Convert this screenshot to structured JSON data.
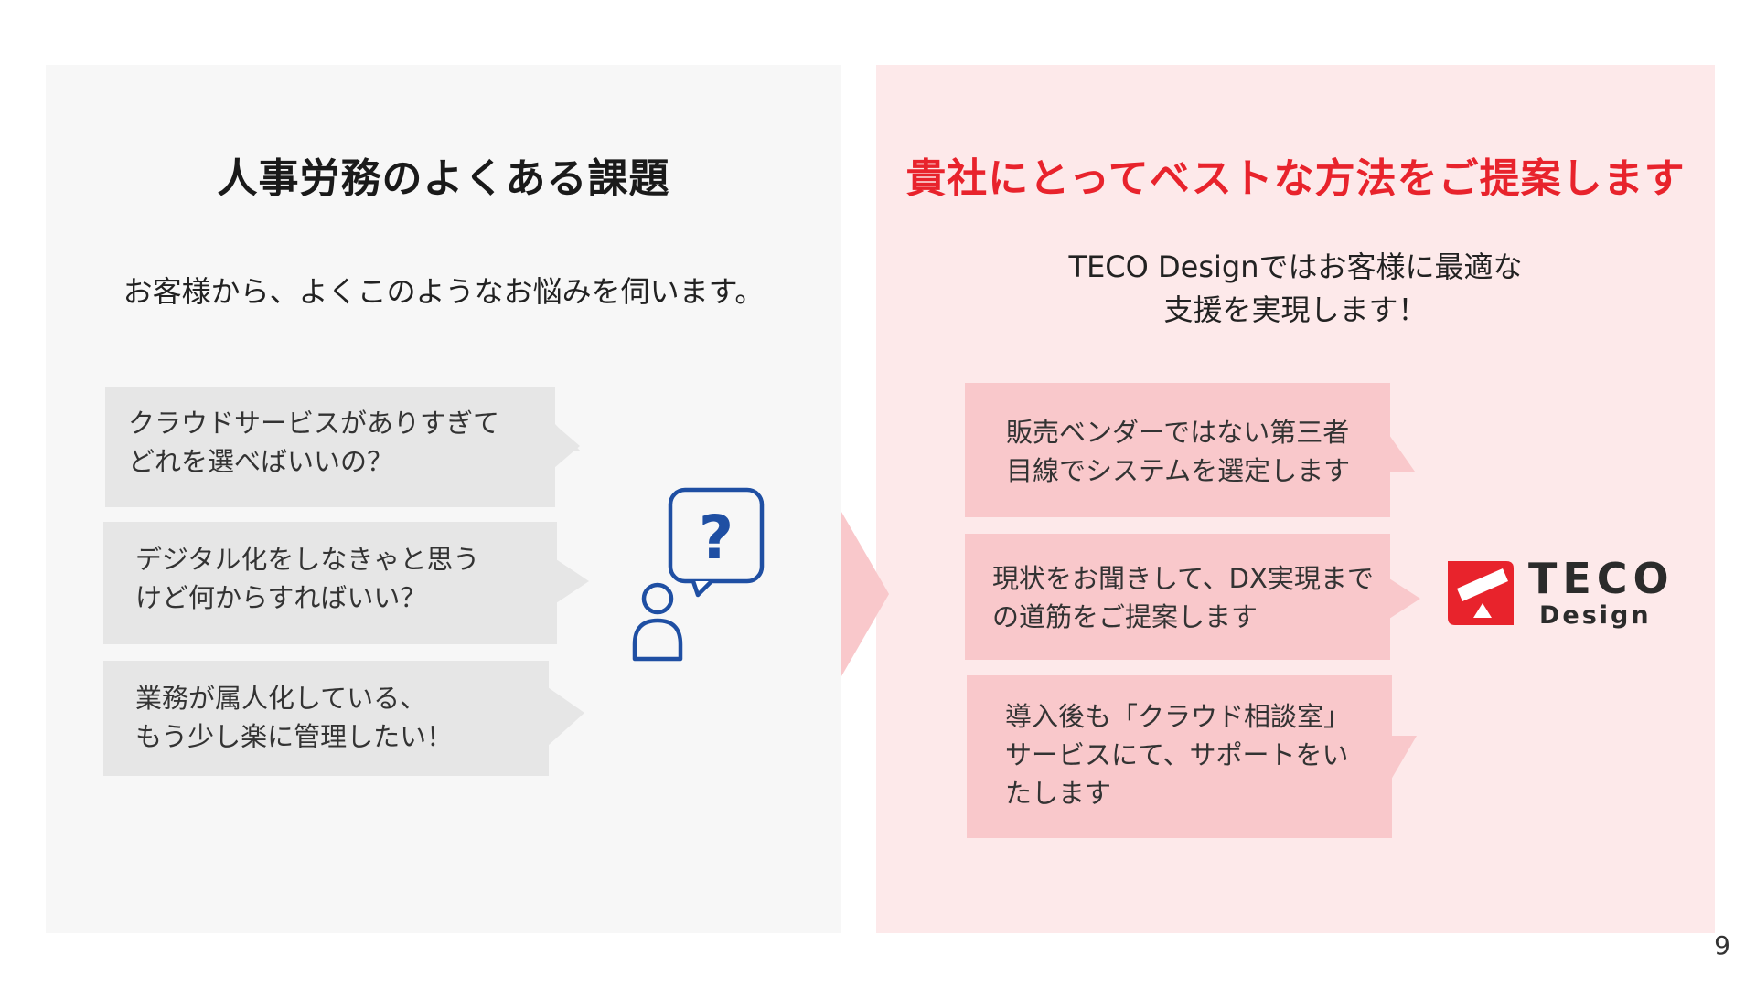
{
  "left": {
    "title": "人事労務のよくある課題",
    "intro": "お客様から、よくこのようなお悩みを伺います。",
    "bubbles": [
      {
        "lines": [
          "クラウドサービスがありすぎて",
          "どれを選べばいいの？"
        ]
      },
      {
        "lines": [
          "デジタル化をしなきゃと思う",
          "けど何からすればいい？"
        ]
      },
      {
        "lines": [
          "業務が属人化している、",
          "もう少し楽に管理したい！"
        ]
      }
    ]
  },
  "right": {
    "title": "貴社にとってベストな方法をご提案します",
    "intro_lines": [
      "TECO Designではお客様に最適な",
      "支援を実現します！"
    ],
    "bubbles": [
      {
        "lines": [
          "販売ベンダーではない第三者",
          "目線でシステムを選定します"
        ]
      },
      {
        "lines": [
          "現状をお聞きして、DX実現まで",
          "の道筋をご提案します"
        ]
      },
      {
        "lines": [
          "導入後も「クラウド相談室」",
          "サービスにて、サポートをい",
          "たします"
        ]
      }
    ]
  },
  "icons": {
    "person_question": "person-question-icon",
    "logo": "teco-design-logo"
  },
  "logo": {
    "name": "TECO",
    "sub": "Design"
  },
  "colors": {
    "accent_red": "#e8232c",
    "icon_blue": "#1f4fa3",
    "bubble_pink": "#f9c8cb",
    "bubble_gray": "#e6e6e6"
  },
  "page_number": "9"
}
